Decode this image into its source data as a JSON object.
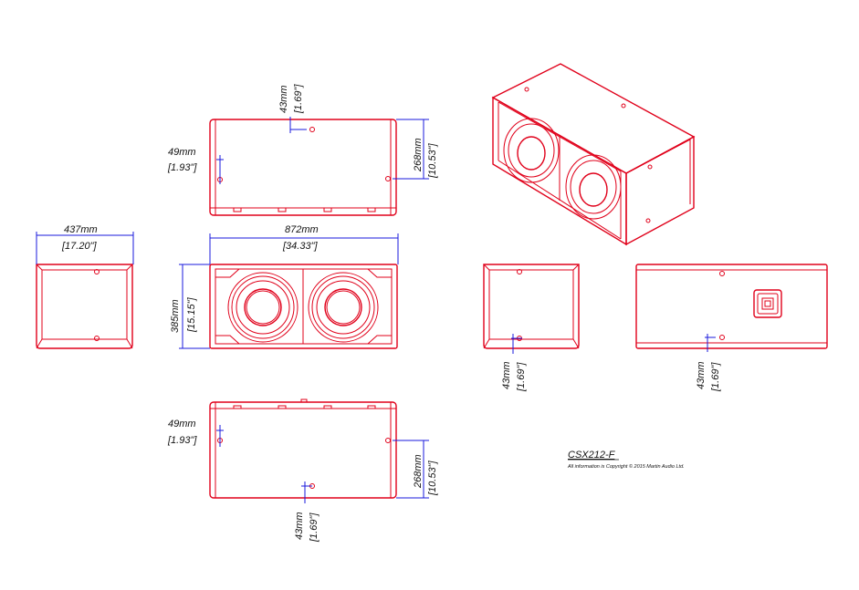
{
  "drawing": {
    "model": "CSX212-F",
    "copyright": "All information is Copyright © 2015 Martin Audio Ltd.",
    "colors": {
      "outline": "#e0001a",
      "dimension": "#1a1adc",
      "text": "#111111"
    }
  },
  "views": {
    "top": {
      "dim_top_mm": "43mm",
      "dim_top_in": "[1.69\"]",
      "dim_left_mm": "49mm",
      "dim_left_in": "[1.93\"]",
      "dim_right_mm": "268mm",
      "dim_right_in": "[10.53\"]"
    },
    "side_left": {
      "dim_width_mm": "437mm",
      "dim_width_in": "[17.20\"]"
    },
    "front": {
      "dim_width_mm": "872mm",
      "dim_width_in": "[34.33\"]",
      "dim_height_mm": "385mm",
      "dim_height_in": "[15.15\"]"
    },
    "side_right": {
      "dim_bottom_mm": "43mm",
      "dim_bottom_in": "[1.69\"]"
    },
    "rear": {
      "dim_bottom_mm": "43mm",
      "dim_bottom_in": "[1.69\"]"
    },
    "bottom": {
      "dim_left_mm": "49mm",
      "dim_left_in": "[1.93\"]",
      "dim_right_mm": "268mm",
      "dim_right_in": "[10.53\"]",
      "dim_bottom_mm": "43mm",
      "dim_bottom_in": "[1.69\"]"
    }
  }
}
